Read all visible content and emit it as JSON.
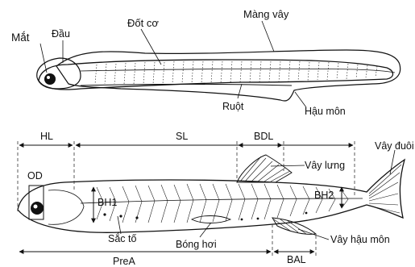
{
  "larva": {
    "labels": {
      "eye": "Mắt",
      "head": "Đầu",
      "myomere": "Đốt cơ",
      "fin_fold": "Màng vây",
      "gut": "Ruột",
      "anus": "Hậu môn"
    }
  },
  "juvenile": {
    "labels": {
      "hl": "HL",
      "sl": "SL",
      "bdl": "BDL",
      "caudal_fin": "Vây đuôi",
      "dorsal_fin": "Vây lưng",
      "od": "OD",
      "bh1": "BH1",
      "bh2": "BH2",
      "pigment": "Sắc tố",
      "swim_bladder": "Bóng hơi",
      "anal_fin": "Vây hậu môn",
      "prea": "PreA",
      "bal": "BAL"
    }
  },
  "colors": {
    "ink": "#111111",
    "dash": "#333333"
  }
}
